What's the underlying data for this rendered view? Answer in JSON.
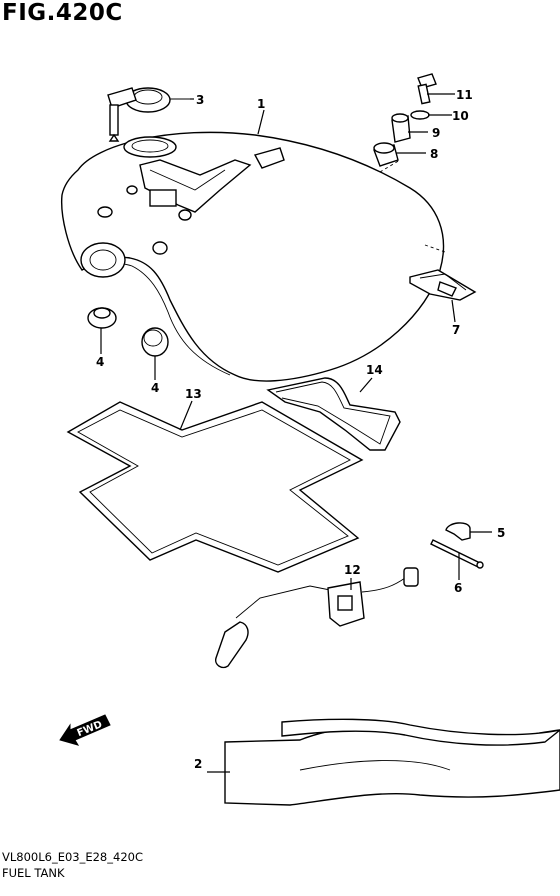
{
  "figure": {
    "title": "FIG.420C",
    "code": "VL800L6_E03_E28_420C",
    "name": "FUEL TANK"
  },
  "direction_arrow": {
    "label": "FWD",
    "icon": "fwd-arrow-icon"
  },
  "callouts": [
    {
      "id": "1",
      "part": "fuel-tank"
    },
    {
      "id": "2",
      "part": "tank-trim-cover"
    },
    {
      "id": "3",
      "part": "fuel-cap"
    },
    {
      "id": "4",
      "part": "cushion"
    },
    {
      "id": "4",
      "part": "cushion"
    },
    {
      "id": "5",
      "part": "clamp"
    },
    {
      "id": "6",
      "part": "clamp-band"
    },
    {
      "id": "7",
      "part": "rear-cushion"
    },
    {
      "id": "8",
      "part": "cushion-mount"
    },
    {
      "id": "9",
      "part": "spacer"
    },
    {
      "id": "10",
      "part": "washer"
    },
    {
      "id": "11",
      "part": "bolt"
    },
    {
      "id": "12",
      "part": "fuel-level-gauge"
    },
    {
      "id": "13",
      "part": "gasket"
    },
    {
      "id": "14",
      "part": "seal"
    }
  ]
}
